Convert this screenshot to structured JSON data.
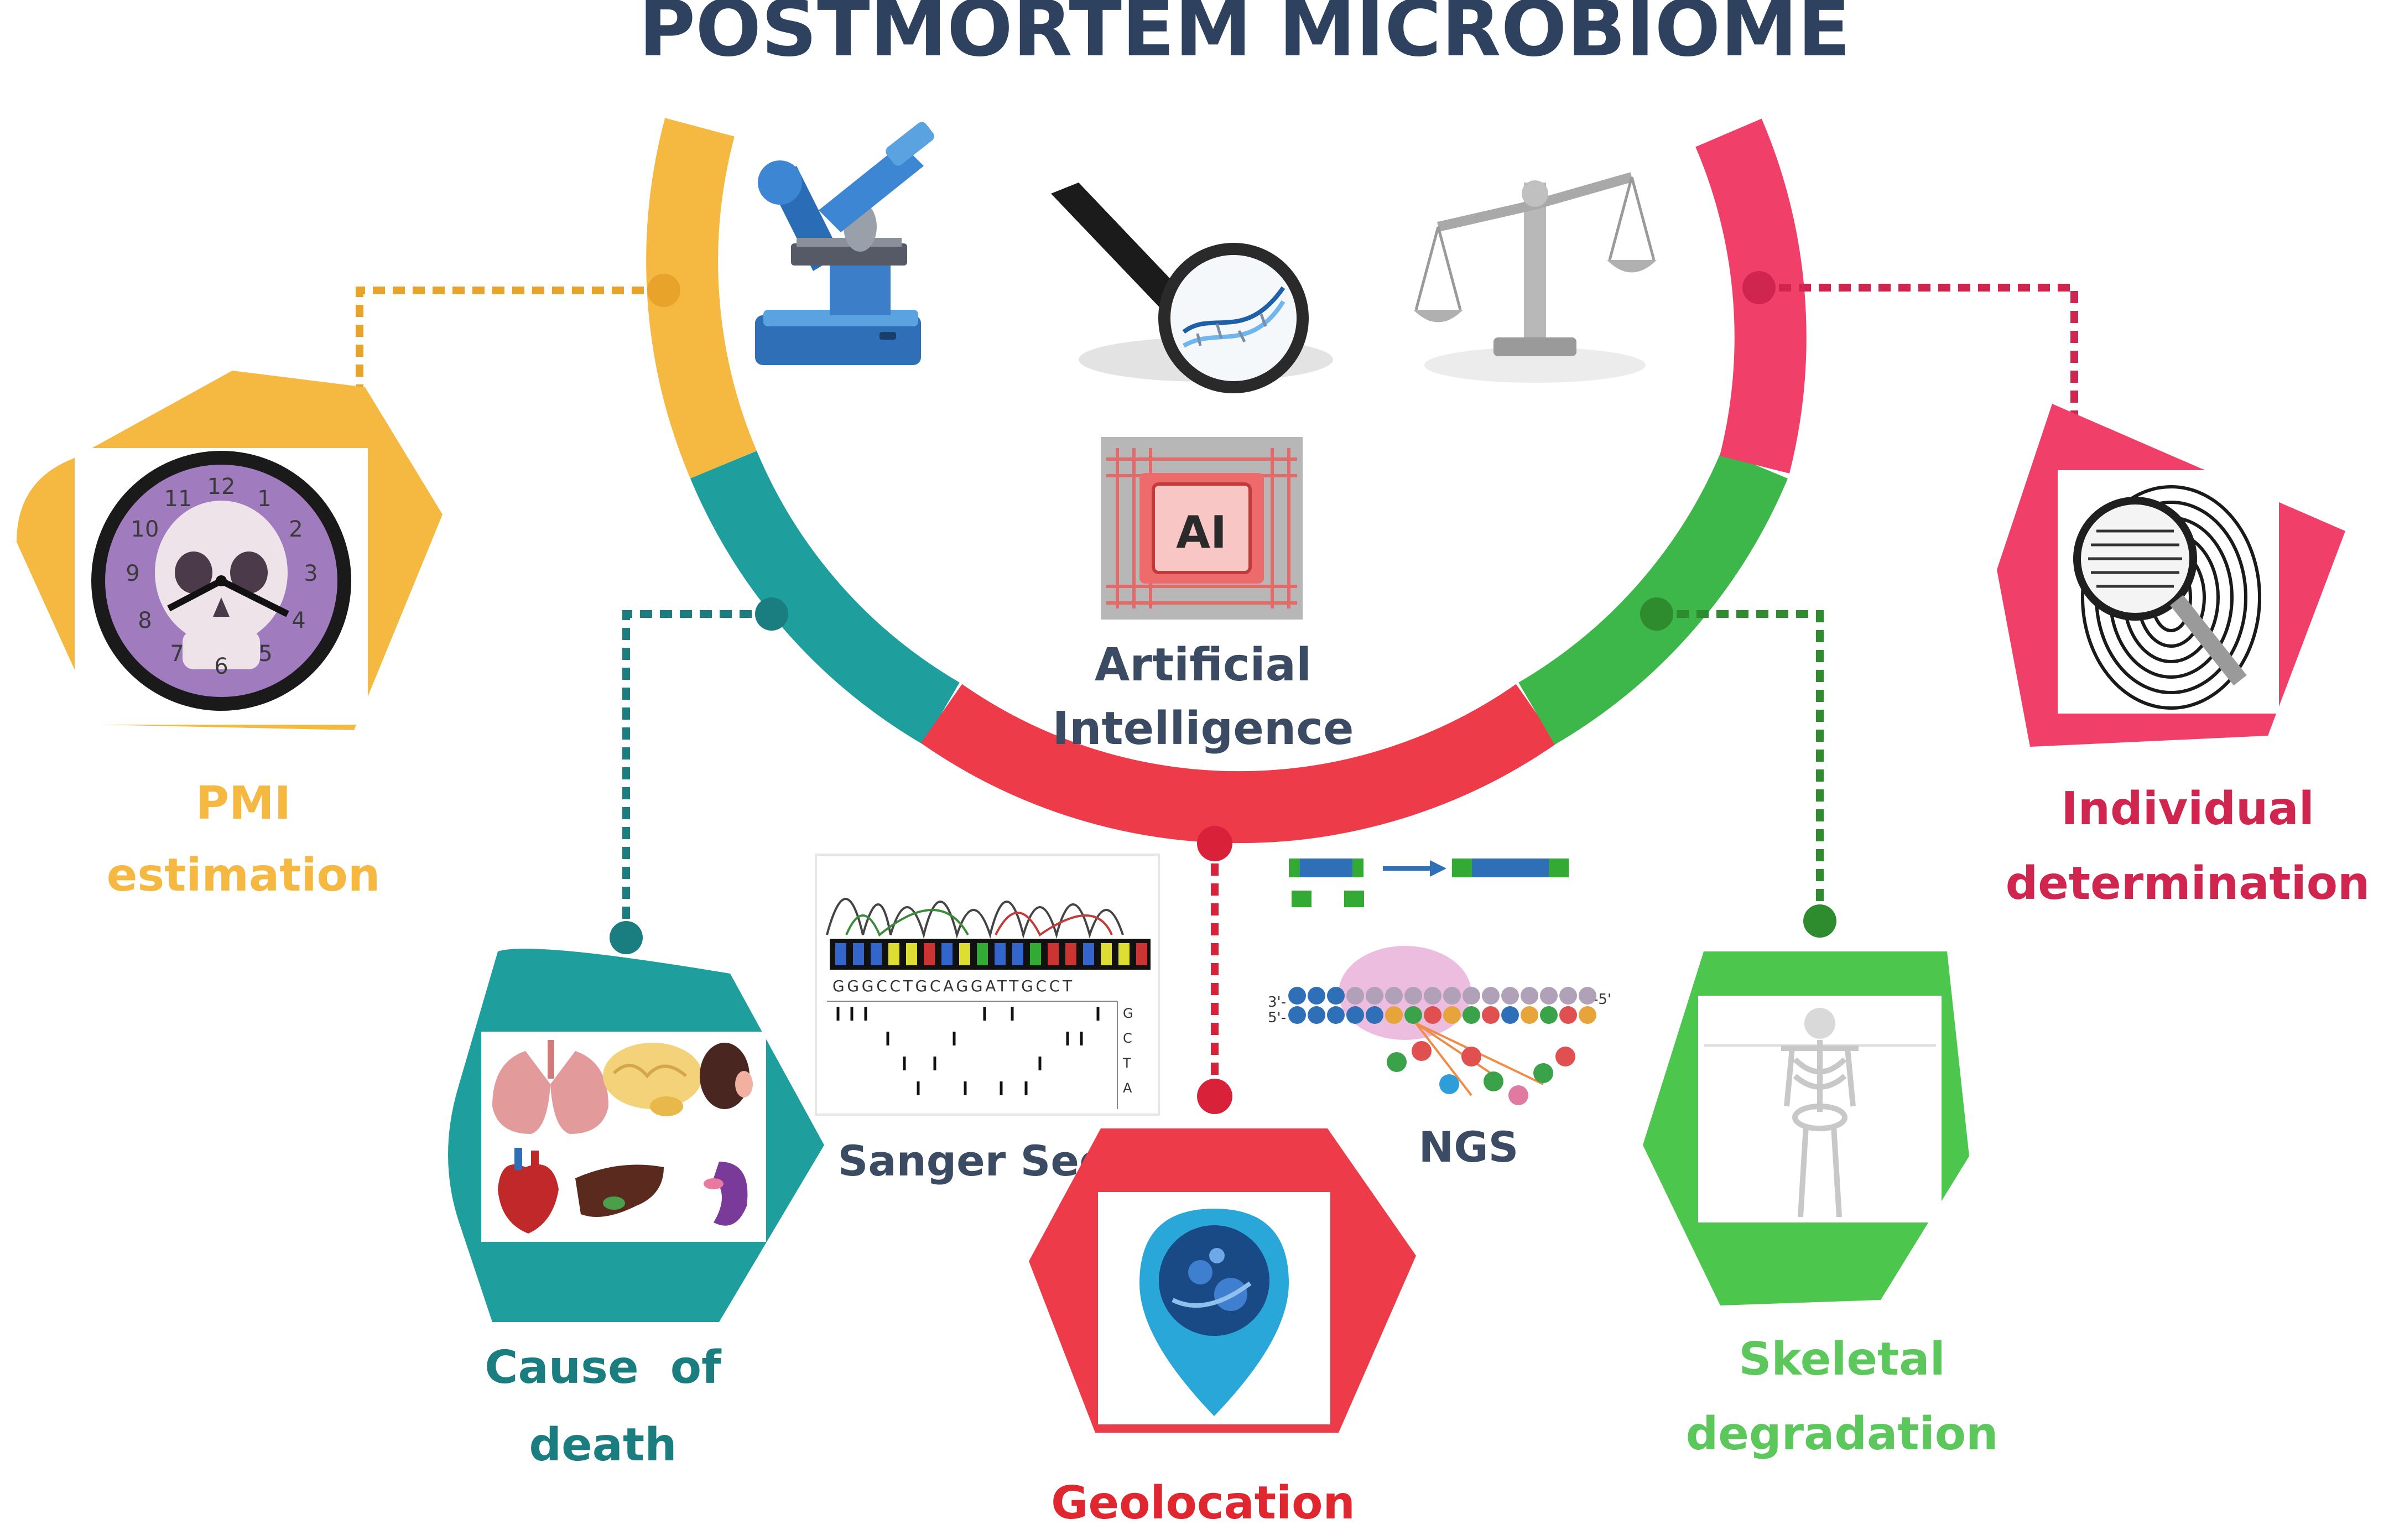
{
  "title": "POSTMORTEM MICROBIOME",
  "center": {
    "chip_text": "AI",
    "label_line1": "Artificial",
    "label_line2": "Intelligence"
  },
  "techniques": {
    "sanger_label": "Sanger Seq",
    "sanger_sequence": "GGGCCTGCAGGATTGCCT",
    "sanger_bases": [
      "G",
      "C",
      "T",
      "A"
    ],
    "ngs_label": "NGS",
    "ngs_end_left_top": "3'-",
    "ngs_end_left_bottom": "5'-",
    "ngs_end_right_top": "-5'"
  },
  "applications": [
    {
      "id": "pmi",
      "line1": "PMI",
      "line2": "estimation",
      "color": "#F5B841"
    },
    {
      "id": "cause",
      "line1": "Cause  of",
      "line2": "death",
      "color": "#1F9E9E"
    },
    {
      "id": "geo",
      "line1": "Geolocation",
      "line2": "",
      "color": "#EE3B49"
    },
    {
      "id": "skeletal",
      "line1": "Skeletal",
      "line2": "degradation",
      "color": "#4CC64C"
    },
    {
      "id": "individual",
      "line1": "Individual",
      "line2": "determination",
      "color": "#E0305A"
    }
  ],
  "clock_numbers": [
    "12",
    "1",
    "2",
    "3",
    "4",
    "5",
    "6",
    "7",
    "8",
    "9",
    "10",
    "11"
  ],
  "colors": {
    "title": "#2E4260",
    "ai_label": "#3A4B63",
    "arc_orange": "#F5B841",
    "arc_teal": "#1F9E9E",
    "arc_red": "#EE3B49",
    "arc_green": "#3DB64A",
    "arc_pink": "#F0406A",
    "connector_pink": "#D0254E",
    "connector_green": "#2E8B2E",
    "connector_teal": "#1A7E80"
  }
}
